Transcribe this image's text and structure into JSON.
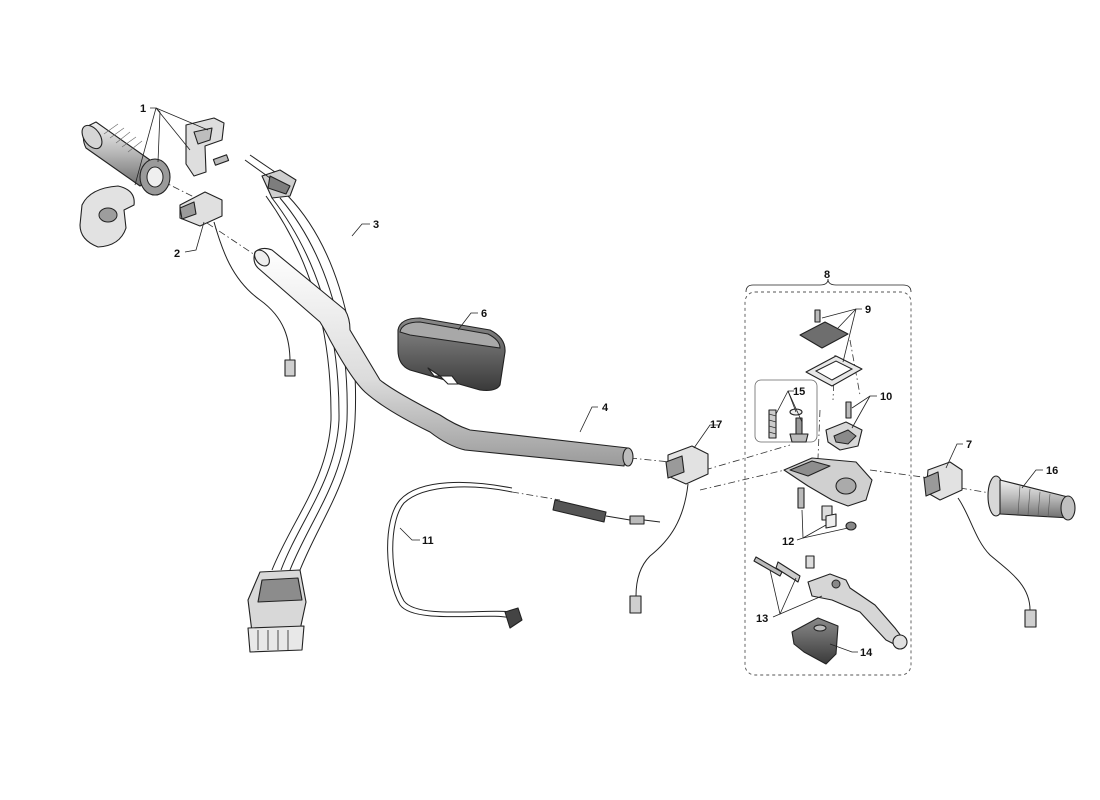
{
  "parts": [
    {
      "id": "part-1",
      "label": "1"
    },
    {
      "id": "part-2",
      "label": "2"
    },
    {
      "id": "part-3",
      "label": "3"
    },
    {
      "id": "part-4",
      "label": "4"
    },
    {
      "id": "part-6",
      "label": "6"
    },
    {
      "id": "part-7",
      "label": "7"
    },
    {
      "id": "part-8",
      "label": "8"
    },
    {
      "id": "part-9",
      "label": "9"
    },
    {
      "id": "part-10",
      "label": "10"
    },
    {
      "id": "part-11",
      "label": "11"
    },
    {
      "id": "part-12",
      "label": "12"
    },
    {
      "id": "part-13",
      "label": "13"
    },
    {
      "id": "part-14",
      "label": "14"
    },
    {
      "id": "part-15",
      "label": "15"
    },
    {
      "id": "part-16",
      "label": "16"
    },
    {
      "id": "part-17",
      "label": "17"
    }
  ],
  "colors": {
    "line": "#222222",
    "part_light": "#e6e6e6",
    "part_mid": "#c8c8c8",
    "part_dark": "#8c8c8c",
    "background": "#ffffff"
  }
}
